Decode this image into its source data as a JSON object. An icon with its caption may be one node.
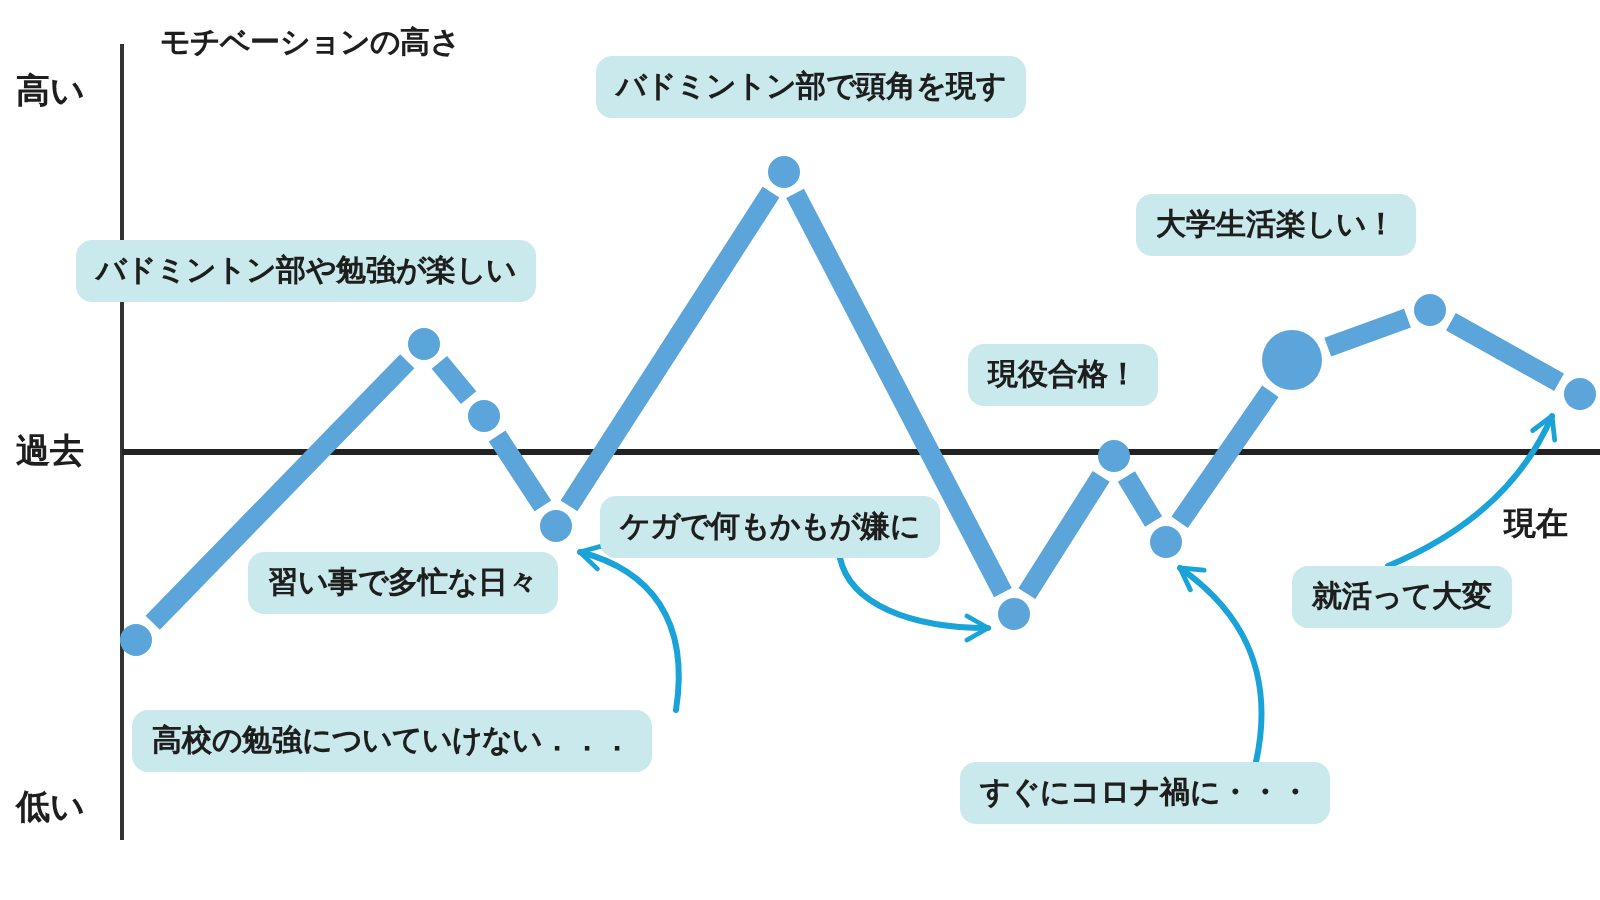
{
  "diagram": {
    "nodes": [
      {
        "text": [
          "バドミントン部で頭角を現す"
        ]
      },
      {
        "text": [
          "バドミントン部や勉強が楽しい"
        ]
      },
      {
        "text": [
          "大学生活楽しい！"
        ]
      },
      {
        "text": [
          "現役合格！"
        ]
      },
      {
        "text": [
          "ケガで何もかもが嫌に"
        ]
      },
      {
        "text": [
          "習い事で多忙な日々"
        ]
      },
      {
        "text": [
          "就活って大変"
        ]
      },
      {
        "text": [
          "高校の勉強についていけない．．．"
        ]
      },
      {
        "text": [
          "すぐにコロナ禍に・・・"
        ]
      },
      {
        "text": [],
        "shape": "circle"
      },
      {
        "text": [],
        "shape": "circle"
      },
      {
        "text": [],
        "shape": "circle"
      },
      {
        "text": [],
        "shape": "circle"
      },
      {
        "text": [],
        "shape": "circle"
      },
      {
        "text": [],
        "shape": "circle"
      },
      {
        "text": [],
        "shape": "circle"
      },
      {
        "text": [],
        "shape": "circle"
      },
      {
        "text": [],
        "shape": "circle"
      },
      {
        "text": [],
        "shape": "circle"
      },
      {
        "text": [],
        "shape": "circle"
      }
    ],
    "edges": [
      {
        "from": 9,
        "to": 10,
        "arrow": "none"
      },
      {
        "from": 10,
        "to": 11,
        "arrow": "none"
      },
      {
        "from": 11,
        "to": 12,
        "arrow": "none"
      },
      {
        "from": 12,
        "to": 13,
        "arrow": "none"
      },
      {
        "from": 13,
        "to": 14,
        "arrow": "none"
      },
      {
        "from": 14,
        "to": 15,
        "arrow": "none"
      },
      {
        "from": 15,
        "to": 16,
        "arrow": "none"
      },
      {
        "from": 16,
        "to": 17,
        "arrow": "none"
      },
      {
        "from": 17,
        "to": 18,
        "arrow": "none"
      },
      {
        "from": 18,
        "to": 19,
        "arrow": "none"
      },
      {
        "from": 7,
        "to": 12,
        "arrow": "to",
        "color": "#1aa3d9"
      },
      {
        "from": 4,
        "to": 14,
        "arrow": "to",
        "color": "#1aa3d9"
      },
      {
        "from": 8,
        "to": 16,
        "arrow": "to",
        "color": "#1aa3d9"
      },
      {
        "from": 6,
        "to": 19,
        "arrow": "to",
        "color": "#1aa3d9"
      }
    ],
    "labels": [
      "モチベーションの高さ",
      "高い",
      "過去",
      "現在",
      "低い"
    ]
  }
}
